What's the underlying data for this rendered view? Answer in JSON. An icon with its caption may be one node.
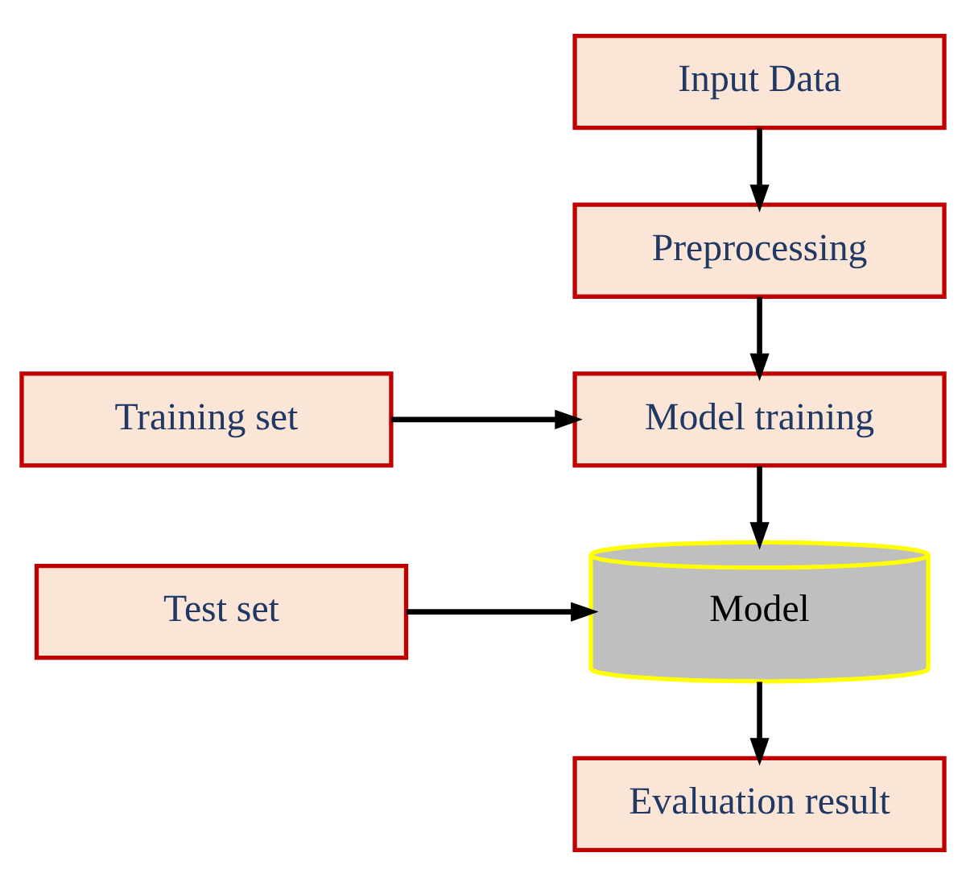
{
  "diagram": {
    "nodes": [
      {
        "text": [
          "Input Data"
        ]
      },
      {
        "text": [
          "Preprocessing"
        ]
      },
      {
        "text": [
          "Model training"
        ]
      },
      {
        "text": [
          "Training set"
        ]
      },
      {
        "text": [
          "Model"
        ]
      },
      {
        "text": [
          "Test set"
        ]
      },
      {
        "text": [
          "Evaluation result"
        ]
      }
    ],
    "edges": [
      {
        "from": 0,
        "to": 1,
        "arrow": "to"
      },
      {
        "from": 1,
        "to": 2,
        "arrow": "to"
      },
      {
        "from": 3,
        "to": 2,
        "arrow": "to"
      },
      {
        "from": 2,
        "to": 4,
        "arrow": "to"
      },
      {
        "from": 5,
        "to": 4,
        "arrow": "to"
      },
      {
        "from": 4,
        "to": 6,
        "arrow": "to"
      }
    ]
  }
}
